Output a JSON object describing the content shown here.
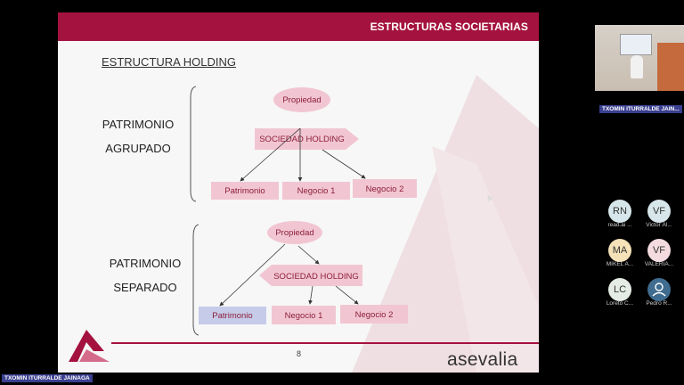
{
  "slide": {
    "header": "ESTRUCTURAS SOCIETARIAS",
    "section_title": "ESTRUCTURA HOLDING",
    "group1": {
      "line1": "PATRIMONIO",
      "line2": "AGRUPADO"
    },
    "group2": {
      "line1": "PATRIMONIO",
      "line2": "SEPARADO"
    },
    "diagram1": {
      "top": "Propiedad",
      "holding": "SOCIEDAD HOLDING",
      "children": [
        "Patrimonio",
        "Negocio 1",
        "Negocio 2"
      ]
    },
    "diagram2": {
      "top": "Propiedad",
      "holding": "SOCIEDAD HOLDING",
      "children": [
        "Patrimonio",
        "Negocio 1",
        "Negocio 2"
      ]
    },
    "page_number": "8",
    "brand": "asevalia",
    "accent_color": "#a4123f",
    "node_pink": "#f1c6d2",
    "node_blue": "#c6cbe9"
  },
  "participants": {
    "active_speaker": "TXOMIN ITURRALDE JAIN...",
    "bottom_label": "TXOMIN ITURRALDE JAINAGA",
    "list": [
      {
        "initials": "RN",
        "label": "read.ai ...",
        "color": "#d7e6ea"
      },
      {
        "initials": "VF",
        "label": "Victor Ál...",
        "color": "#d7e6ea"
      },
      {
        "initials": "MA",
        "label": "MIKEL A...",
        "color": "#f5e2b8"
      },
      {
        "initials": "VF",
        "label": "VALERIA...",
        "color": "#f3dbe0"
      },
      {
        "initials": "LC",
        "label": "Loreto C...",
        "color": "#e5ece6"
      },
      {
        "initials": "",
        "label": "Pedro R...",
        "color": "#3f6c8f",
        "icon": "person-icon"
      }
    ]
  }
}
